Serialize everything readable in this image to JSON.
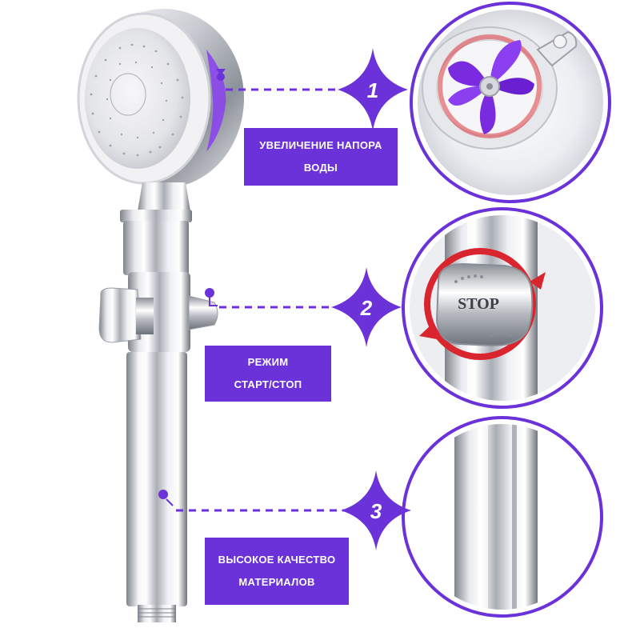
{
  "features": [
    {
      "number": "1",
      "label_line1": "УВЕЛИЧЕНИЕ НАПОРА",
      "label_line2": "ВОДЫ",
      "detail_icon": "turbine-fan-icon"
    },
    {
      "number": "2",
      "label_line1": "РЕЖИМ",
      "label_line2": "СТАРТ/СТОП",
      "detail_icon": "stop-button-icon",
      "stop_text": "STOP"
    },
    {
      "number": "3",
      "label_line1": "ВЫСОКОЕ КАЧЕСТВО",
      "label_line2": "МАТЕРИАЛОВ",
      "detail_icon": "chrome-handle-icon"
    }
  ],
  "colors": {
    "accent": "#6a32d8",
    "accent_light": "#b89bef",
    "chrome_light": "#f4f4f6",
    "chrome_dark": "#8a8d94",
    "highlight_red": "#d9262e",
    "fan_purple": "#7a2be0"
  }
}
